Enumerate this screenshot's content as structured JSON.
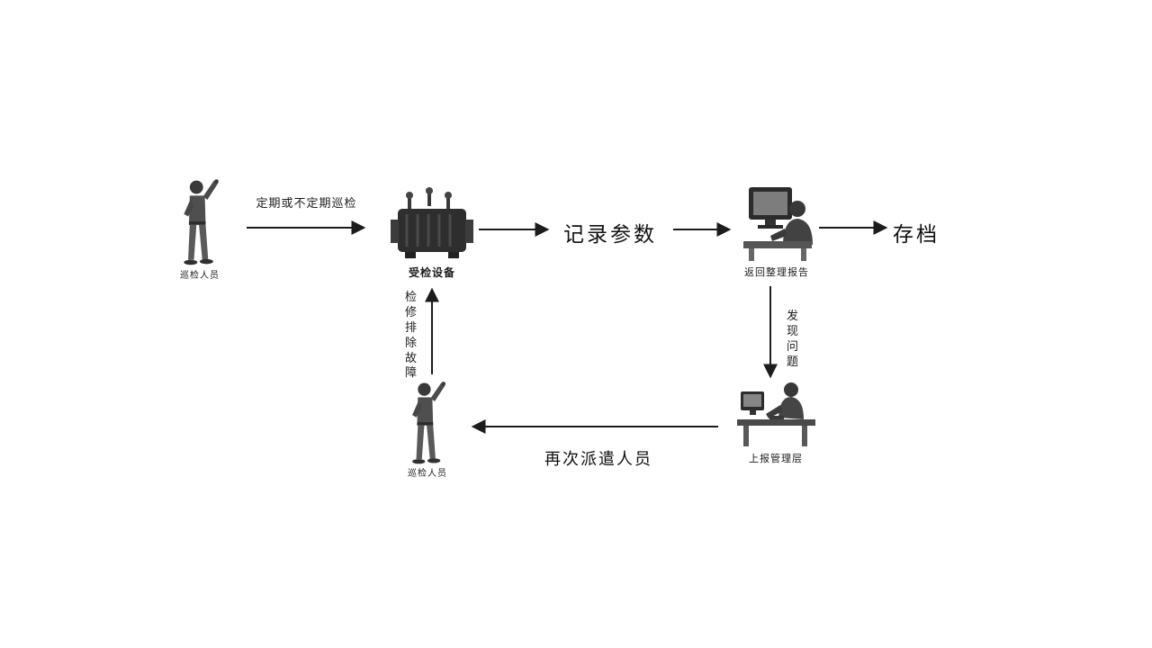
{
  "page": {
    "background": "#ffffff",
    "ink": "#1c1c1c"
  },
  "nodes": {
    "inspector_top": {
      "label": "巡检人员"
    },
    "equipment": {
      "label": "受检设备"
    },
    "computer_report": {
      "label": "返回整理报告"
    },
    "manager_desk": {
      "label": "上报管理层"
    },
    "inspector_bottom": {
      "label": "巡检人员"
    }
  },
  "edges": {
    "patrol": {
      "label": "定期或不定期巡检"
    },
    "record_params": {
      "label": "记录参数"
    },
    "archive": {
      "label": "存档"
    },
    "found_problem": {
      "label": "发现问题",
      "orientation": "vertical"
    },
    "dispatch_again": {
      "label": "再次派遣人员"
    },
    "repair_fault": {
      "label": "检修排除故障",
      "orientation": "vertical"
    }
  }
}
